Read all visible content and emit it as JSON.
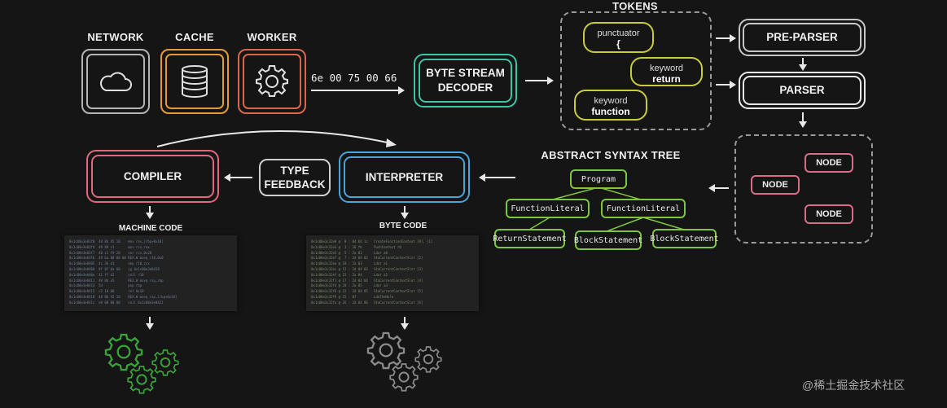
{
  "sources": [
    {
      "label": "NETWORK",
      "icon": "cloud-icon",
      "color": "#b4b4b4"
    },
    {
      "label": "CACHE",
      "icon": "database-icon",
      "color": "#e39a3a"
    },
    {
      "label": "WORKER",
      "icon": "gear-icon",
      "color": "#d8684a"
    }
  ],
  "hex_bytes": "6e 00 75 00 66",
  "decoder_label": "BYTE STREAM\nDECODER",
  "tokens": {
    "title": "TOKENS",
    "items": [
      {
        "kind": "punctuator",
        "value": "{"
      },
      {
        "kind": "keyword",
        "value": "return"
      },
      {
        "kind": "keyword",
        "value": "function"
      }
    ]
  },
  "pre_parser_label": "PRE-PARSER",
  "parser_label": "PARSER",
  "nodes": [
    "NODE",
    "NODE",
    "NODE"
  ],
  "ast": {
    "title": "ABSTRACT SYNTAX TREE",
    "root": "Program",
    "level1": [
      "FunctionLiteral",
      "FunctionLiteral"
    ],
    "level2": [
      "ReturnStatement",
      "BlockStatement",
      "BlockStatement"
    ]
  },
  "interpreter_label": "INTERPRETER",
  "type_feedback_label": "TYPE\nFEEDBACK",
  "compiler_label": "COMPILER",
  "machine_code_label": "MACHINE CODE",
  "byte_code_label": "BYTE CODE",
  "watermark": "@稀土掘金技术社区",
  "colors": {
    "decoder": "#3ec3a3",
    "token": "#c9cc3a",
    "ast": "#7ec63f",
    "node": "#d86d87",
    "interpreter": "#4aa3d9",
    "compiler": "#e0687f",
    "gear_green": "#3aa23a",
    "gear_grey": "#8a8a8a"
  }
}
